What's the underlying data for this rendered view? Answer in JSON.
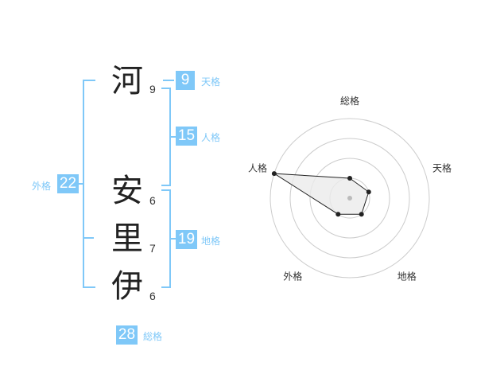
{
  "name": {
    "chars": [
      {
        "char": "河",
        "strokes": "9"
      },
      {
        "char": "安",
        "strokes": "6"
      },
      {
        "char": "里",
        "strokes": "7"
      },
      {
        "char": "伊",
        "strokes": "6"
      }
    ]
  },
  "fortune": {
    "tenkaku": {
      "value": "9",
      "label": "天格"
    },
    "jinkaku": {
      "value": "15",
      "label": "人格"
    },
    "chikaku": {
      "value": "19",
      "label": "地格"
    },
    "gaikaku": {
      "value": "22",
      "label": "外格"
    },
    "soukaku": {
      "value": "28",
      "label": "総格"
    }
  },
  "chart_data": {
    "type": "radar",
    "axes": [
      "総格",
      "天格",
      "地格",
      "外格",
      "人格"
    ],
    "values": [
      1,
      1,
      1,
      1,
      4
    ],
    "rmax": 4,
    "colors": {
      "accent": "#7fc8f8",
      "ring": "#cccccc",
      "polygon_fill": "#ebebeb",
      "polygon_stroke": "#222222"
    }
  }
}
